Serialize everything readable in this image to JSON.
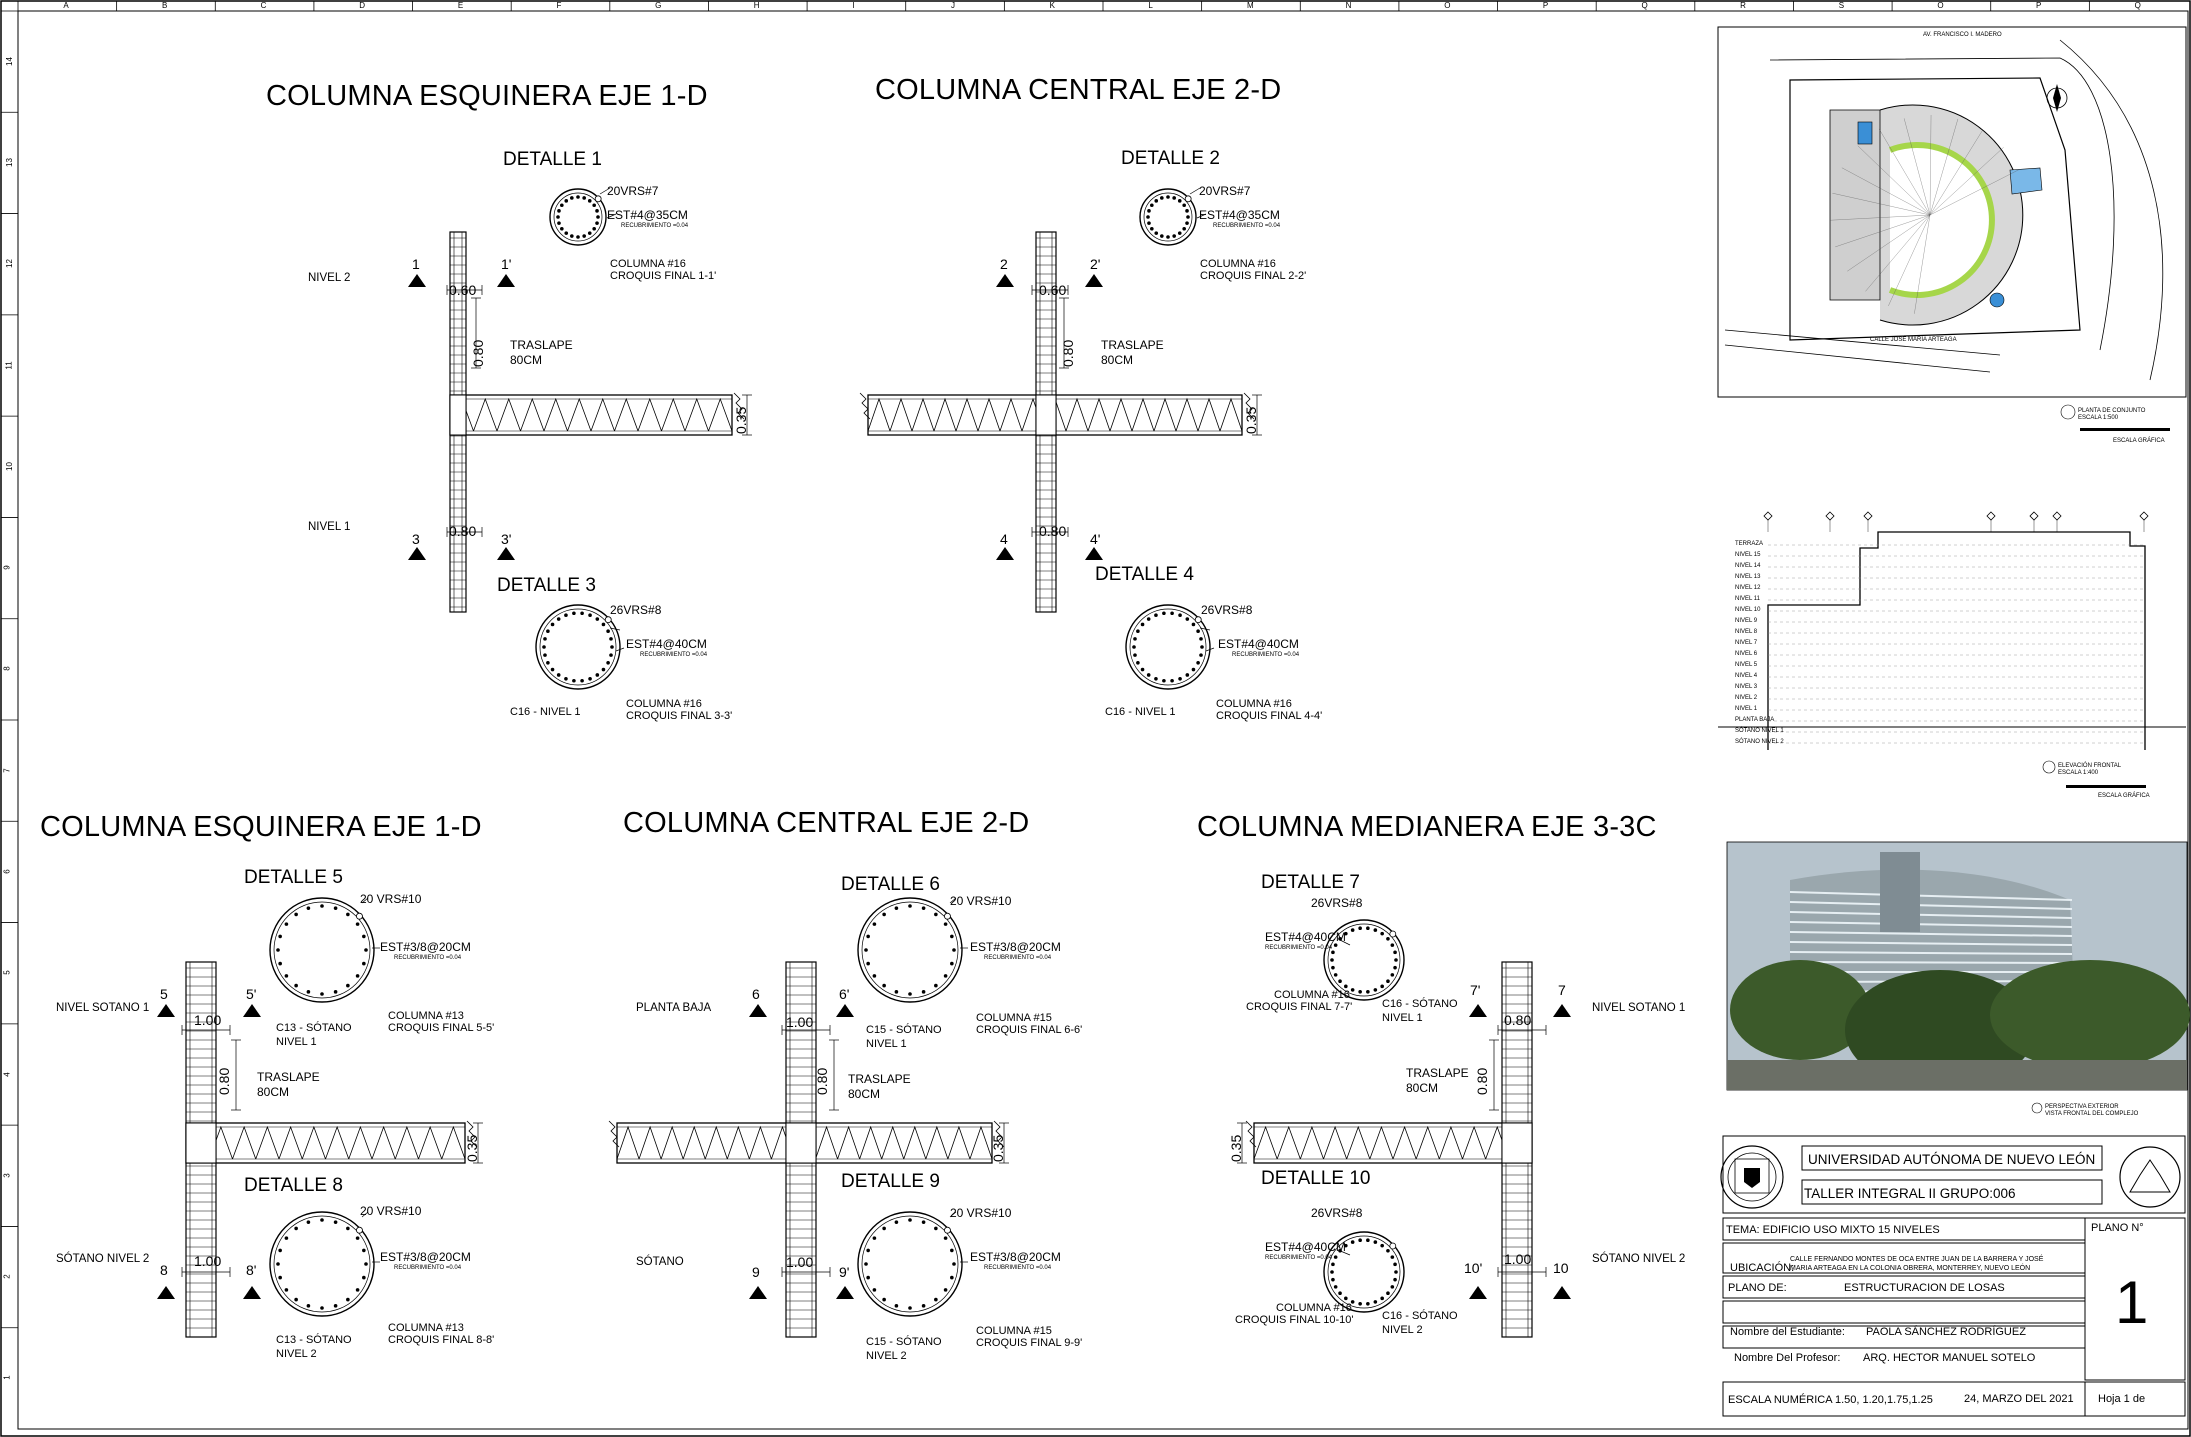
{
  "grid": {
    "columns": [
      "A",
      "B",
      "C",
      "D",
      "E",
      "F",
      "G",
      "H",
      "I",
      "J",
      "K",
      "L",
      "M",
      "N",
      "O",
      "P",
      "Q",
      "R",
      "S",
      "O",
      "P",
      "Q"
    ],
    "rows": [
      "14",
      "13",
      "12",
      "11",
      "10",
      "9",
      "8",
      "7",
      "6",
      "5",
      "4",
      "3",
      "2",
      "1"
    ]
  },
  "titles": {
    "t1": "COLUMNA ESQUINERA EJE 1-D",
    "t2": "COLUMNA CENTRAL EJE 2-D",
    "t3": "COLUMNA ESQUINERA EJE 1-D",
    "t4": "COLUMNA CENTRAL EJE 2-D",
    "t5": "COLUMNA MEDIANERA EJE 3-3C"
  },
  "details": {
    "d1": {
      "label": "DETALLE 1",
      "bars": "20VRS#7",
      "stirrup": "EST#4@35CM",
      "cover": "RECUBRIMIENTO =0.04",
      "col1": "COLUMNA #16",
      "col2": "CROQUIS FINAL 1-1'"
    },
    "d2": {
      "label": "DETALLE 2",
      "bars": "20VRS#7",
      "stirrup": "EST#4@35CM",
      "cover": "RECUBRIMIENTO =0.04",
      "col1": "COLUMNA #16",
      "col2": "CROQUIS FINAL 2-2'"
    },
    "d3": {
      "label": "DETALLE 3",
      "bars": "26VRS#8",
      "stirrup": "EST#4@40CM",
      "cover": "RECUBRIMIENTO =0.04",
      "col1": "COLUMNA #16",
      "col2": "CROQUIS FINAL 3-3'",
      "name": "C16 -  NIVEL 1"
    },
    "d4": {
      "label": "DETALLE 4",
      "bars": "26VRS#8",
      "stirrup": "EST#4@40CM",
      "cover": "RECUBRIMIENTO =0.04",
      "col1": "COLUMNA #16",
      "col2": "CROQUIS FINAL 4-4'",
      "name": "C16 - NIVEL 1"
    },
    "d5": {
      "label": "DETALLE 5",
      "bars": "20 VRS#10",
      "stirrup": "EST#3/8@20CM",
      "cover": "RECUBRIMIENTO =0.04",
      "col1": "COLUMNA #13",
      "col2": "CROQUIS FINAL 5-5'",
      "name1": "C13 - SÓTANO",
      "name2": "NIVEL 1"
    },
    "d6": {
      "label": "DETALLE 6",
      "bars": "20 VRS#10",
      "stirrup": "EST#3/8@20CM",
      "cover": "RECUBRIMIENTO =0.04",
      "col1": "COLUMNA #15",
      "col2": "CROQUIS FINAL 6-6'",
      "name1": "C15 - SÓTANO",
      "name2": "NIVEL 1"
    },
    "d7": {
      "label": "DETALLE 7",
      "bars": "26VRS#8",
      "stirrup": "EST#4@40CM",
      "cover": "RECUBRIMIENTO =0.04",
      "col1": "COLUMNA #16",
      "col2": "CROQUIS FINAL 7-7'",
      "name1": "C16 - SÓTANO",
      "name2": "NIVEL 1"
    },
    "d8": {
      "label": "DETALLE 8",
      "bars": "20 VRS#10",
      "stirrup": "EST#3/8@20CM",
      "cover": "RECUBRIMIENTO =0.04",
      "col1": "COLUMNA #13",
      "col2": "CROQUIS FINAL 8-8'",
      "name1": "C13 - SÓTANO",
      "name2": "NIVEL 2"
    },
    "d9": {
      "label": "DETALLE 9",
      "bars": "20 VRS#10",
      "stirrup": "EST#3/8@20CM",
      "cover": "RECUBRIMIENTO =0.04",
      "col1": "COLUMNA #15",
      "col2": "CROQUIS FINAL 9-9'",
      "name1": "C15 - SÓTANO",
      "name2": "NIVEL 2"
    },
    "d10": {
      "label": "DETALLE 10",
      "bars": "26VRS#8",
      "stirrup": "EST#4@40CM",
      "cover": "RECUBRIMIENTO =0.04",
      "col1": "COLUMNA #16",
      "col2": "CROQUIS FINAL 10-10'",
      "name1": "C16 - SÓTANO",
      "name2": "NIVEL 2"
    }
  },
  "levels": {
    "nivel2": "NIVEL 2",
    "nivel1": "NIVEL 1",
    "nivelSotano1a": "NIVEL SOTANO 1",
    "plantaBaja": "PLANTA BAJA",
    "nivelSotano1b": "NIVEL SOTANO 1",
    "sotanoNivel2a": "SÓTANO NIVEL 2",
    "sotano": "SÓTANO",
    "sotanoNivel2b": "SÓTANO NIVEL 2"
  },
  "marks": {
    "m1": "1",
    "m1p": "1'",
    "m2": "2",
    "m2p": "2'",
    "m3": "3",
    "m3p": "3'",
    "m4": "4",
    "m4p": "4'",
    "m5": "5",
    "m5p": "5'",
    "m6": "6",
    "m6p": "6'",
    "m7": "7",
    "m7p": "7'",
    "m8": "8",
    "m8p": "8'",
    "m9": "9",
    "m9p": "9'",
    "m10": "10",
    "m10p": "10'"
  },
  "dims": {
    "w060": "0.60",
    "w080": "0.80",
    "w100": "1.00",
    "h080": "0.80",
    "slab": "0.35",
    "traslape1": "TRASLAPE",
    "traslape2": "80CM"
  },
  "insets": {
    "siteCaption1": "PLANTA DE CONJUNTO",
    "siteCaption2": "ESCALA 1:500",
    "siteScale": "ESCALA GRÁFICA",
    "siteStreet1": "AV. FRANCISCO I. MADERO",
    "siteStreet2": "CALLE JOSÉ MARÍA ARTEAGA",
    "elevCaption1": "ELEVACIÓN FRONTAL",
    "elevCaption2": "ESCALA 1:400",
    "elevScale": "ESCALA GRÁFICA",
    "elevLevels": [
      "TERRAZA",
      "NIVEL 15",
      "NIVEL 14",
      "NIVEL 13",
      "NIVEL 12",
      "NIVEL 11",
      "NIVEL 10",
      "NIVEL 9",
      "NIVEL 8",
      "NIVEL 7",
      "NIVEL 6",
      "NIVEL 5",
      "NIVEL 4",
      "NIVEL 3",
      "NIVEL 2",
      "NIVEL 1",
      "PLANTA BAJA",
      "SÓTANO NIVEL 1",
      "SÓTANO NIVEL 2"
    ],
    "renderCaption1": "PERSPECTIVA EXTERIOR",
    "renderCaption2": "VISTA FRONTAL DEL COMPLEJO"
  },
  "titleblock": {
    "university": "UNIVERSIDAD AUTÓNOMA DE NUEVO LEÓN",
    "course": "TALLER INTEGRAL II   GRUPO:006",
    "tema": "TEMA: EDIFICIO USO MIXTO 15 NIVELES",
    "planoN": "PLANO N°",
    "number": "1",
    "ubicacionLabel": "UBICACIÓN:",
    "ubicacion1": "CALLE FERNANDO MONTES DE OCA ENTRE JUAN DE LA BARRERA Y JOSÉ",
    "ubicacion2": "MARIA ARTEAGA EN LA COLONIA OBRERA, MONTERREY, NUEVO LEÓN",
    "planoLabel": "PLANO DE:",
    "plano": "ESTRUCTURACION DE LOSAS",
    "studentLabel": "Nombre del Estudiante:",
    "student": "PAOLA SÁNCHEZ RODRÍGUEZ",
    "profLabel": "Nombre Del Profesor:",
    "prof": "ARQ. HECTOR MANUEL SOTELO",
    "escala": "ESCALA NUMÉRICA 1.50, 1.20,1.75,1.25",
    "date": "24, MARZO DEL 2021",
    "hoja": "Hoja  1  de"
  },
  "colors": {
    "line": "#000000",
    "pool": "#3a8fd6",
    "green": "#a6d64a",
    "sky": "#b6c3cc",
    "tree": "#3c5a2a"
  }
}
